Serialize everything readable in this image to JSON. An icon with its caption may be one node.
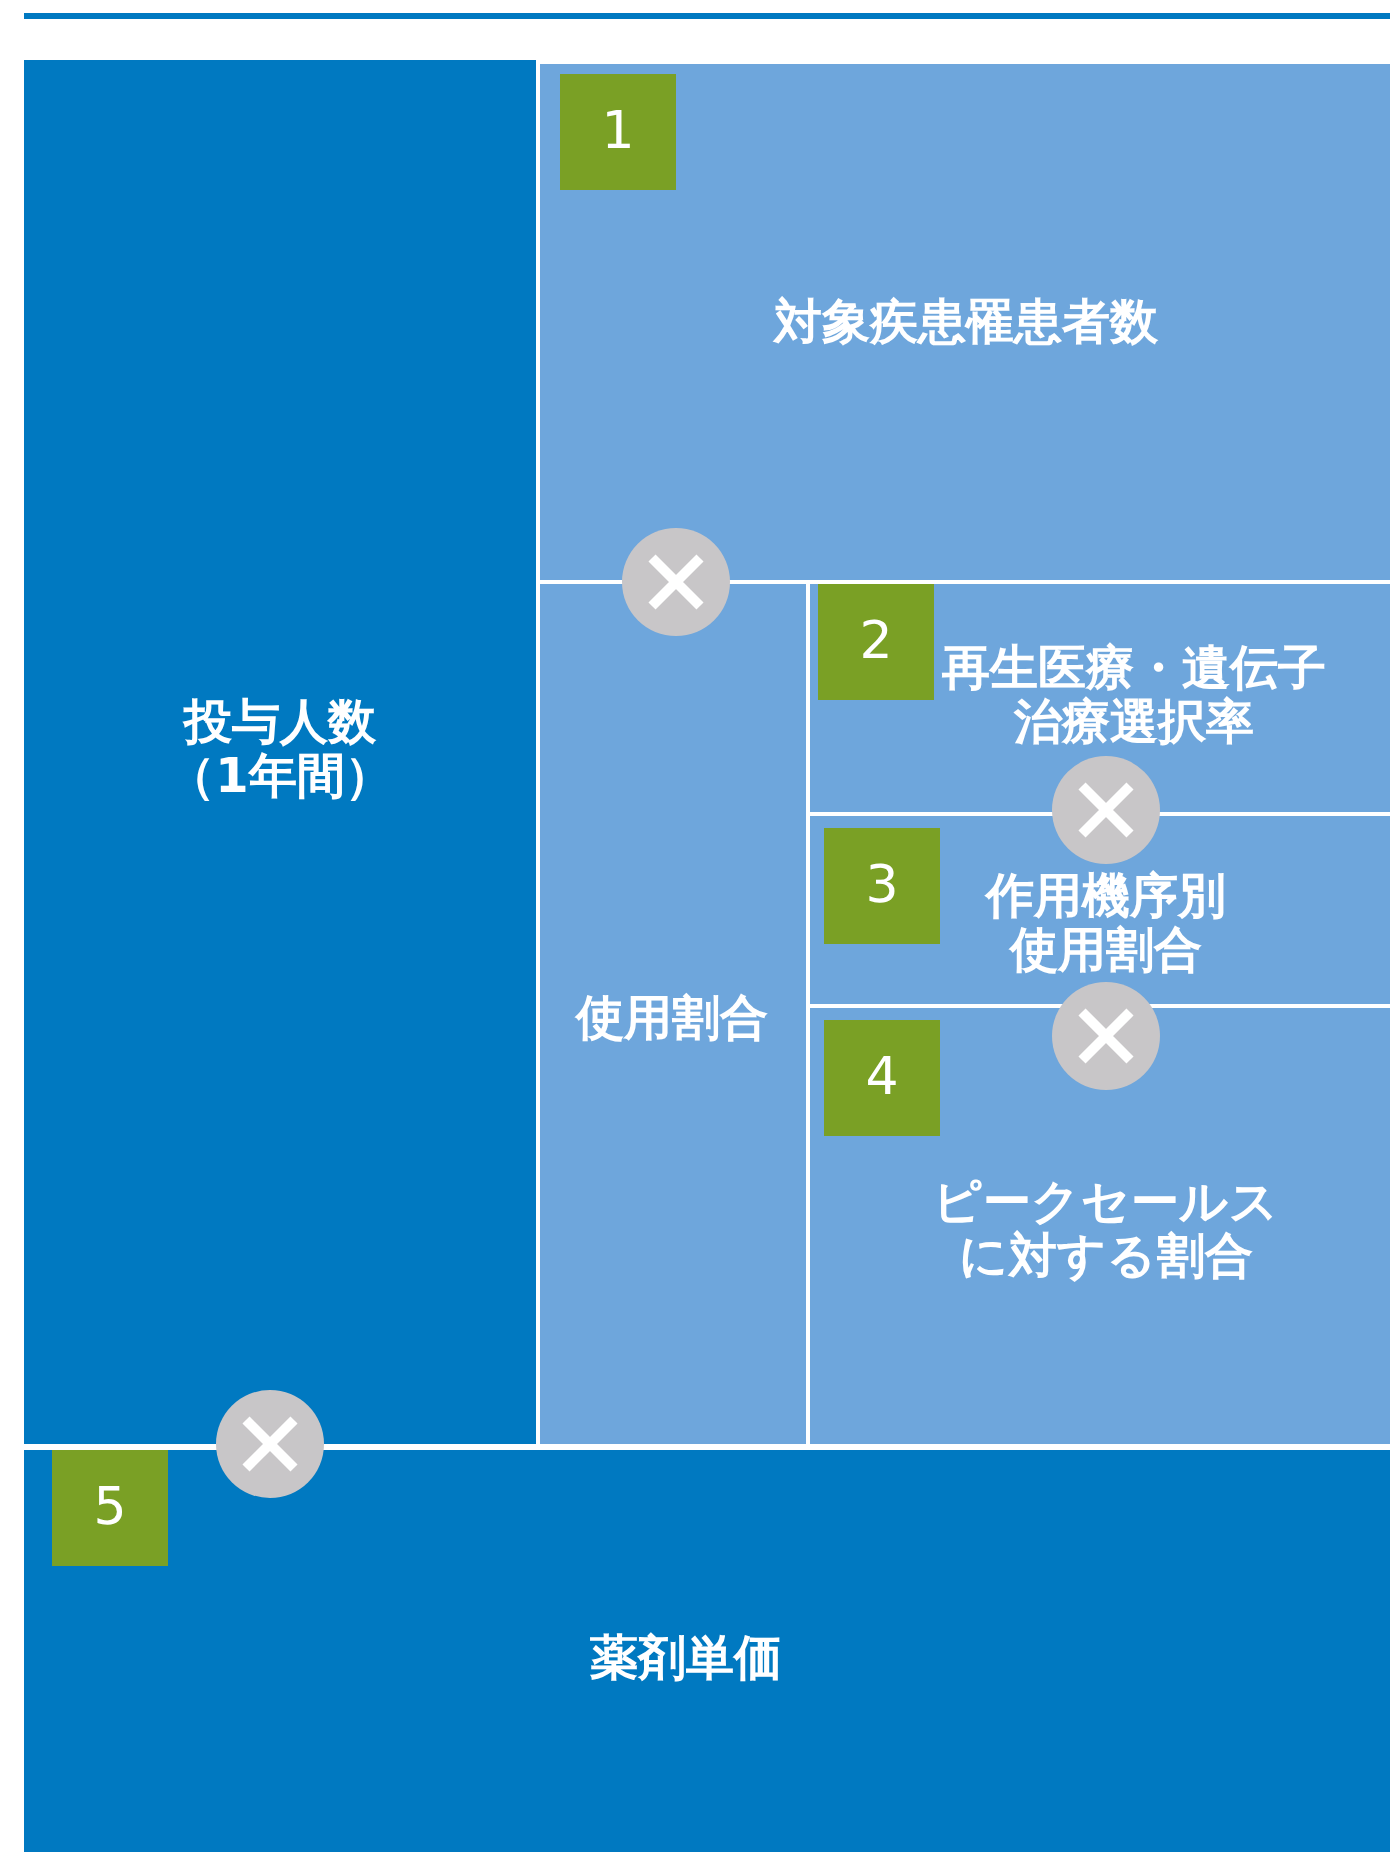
{
  "diagram": {
    "nodes": [
      {
        "text": [
          "投与人数（1年間）"
        ]
      },
      {
        "text": [
          "1",
          "対象疾患罹患者数"
        ]
      },
      {
        "text": [
          "使用割合"
        ]
      },
      {
        "text": [
          "2",
          "再生医療・遺伝子治療選択率"
        ]
      },
      {
        "text": [
          "3",
          "作用機序別使用割合"
        ]
      },
      {
        "text": [
          "4",
          "ピークセールスに対する割合"
        ]
      },
      {
        "text": [
          "5",
          "薬剤単価"
        ]
      }
    ]
  }
}
